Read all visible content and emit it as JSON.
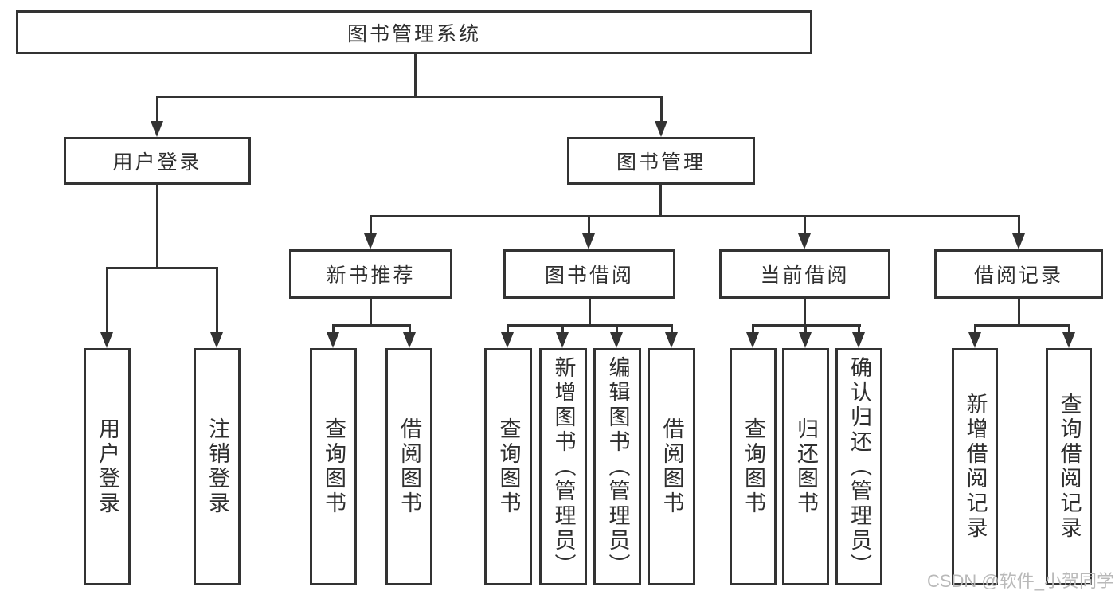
{
  "diagram": {
    "root": {
      "label": "图书管理系统",
      "children": [
        {
          "label": "用户登录",
          "children": [
            {
              "label": "用户登录"
            },
            {
              "label": "注销登录"
            }
          ]
        },
        {
          "label": "图书管理",
          "children": [
            {
              "label": "新书推荐",
              "children": [
                {
                  "label": "查询图书"
                },
                {
                  "label": "借阅图书"
                }
              ]
            },
            {
              "label": "图书借阅",
              "children": [
                {
                  "label": "查询图书"
                },
                {
                  "label": "新增图书（管理员）"
                },
                {
                  "label": "编辑图书（管理员）"
                },
                {
                  "label": "借阅图书"
                }
              ]
            },
            {
              "label": "当前借阅",
              "children": [
                {
                  "label": "查询图书"
                },
                {
                  "label": "归还图书"
                },
                {
                  "label": "确认归还（管理员）"
                }
              ]
            },
            {
              "label": "借阅记录",
              "children": [
                {
                  "label": "新增借阅记录"
                },
                {
                  "label": "查询借阅记录"
                }
              ]
            }
          ]
        }
      ]
    }
  },
  "watermark": {
    "text": "CSDN @软件_小贺同学"
  },
  "colors": {
    "line": "#333333",
    "text": "#2f2f2f",
    "watermark": "#b9b9b9",
    "background": "#ffffff"
  }
}
